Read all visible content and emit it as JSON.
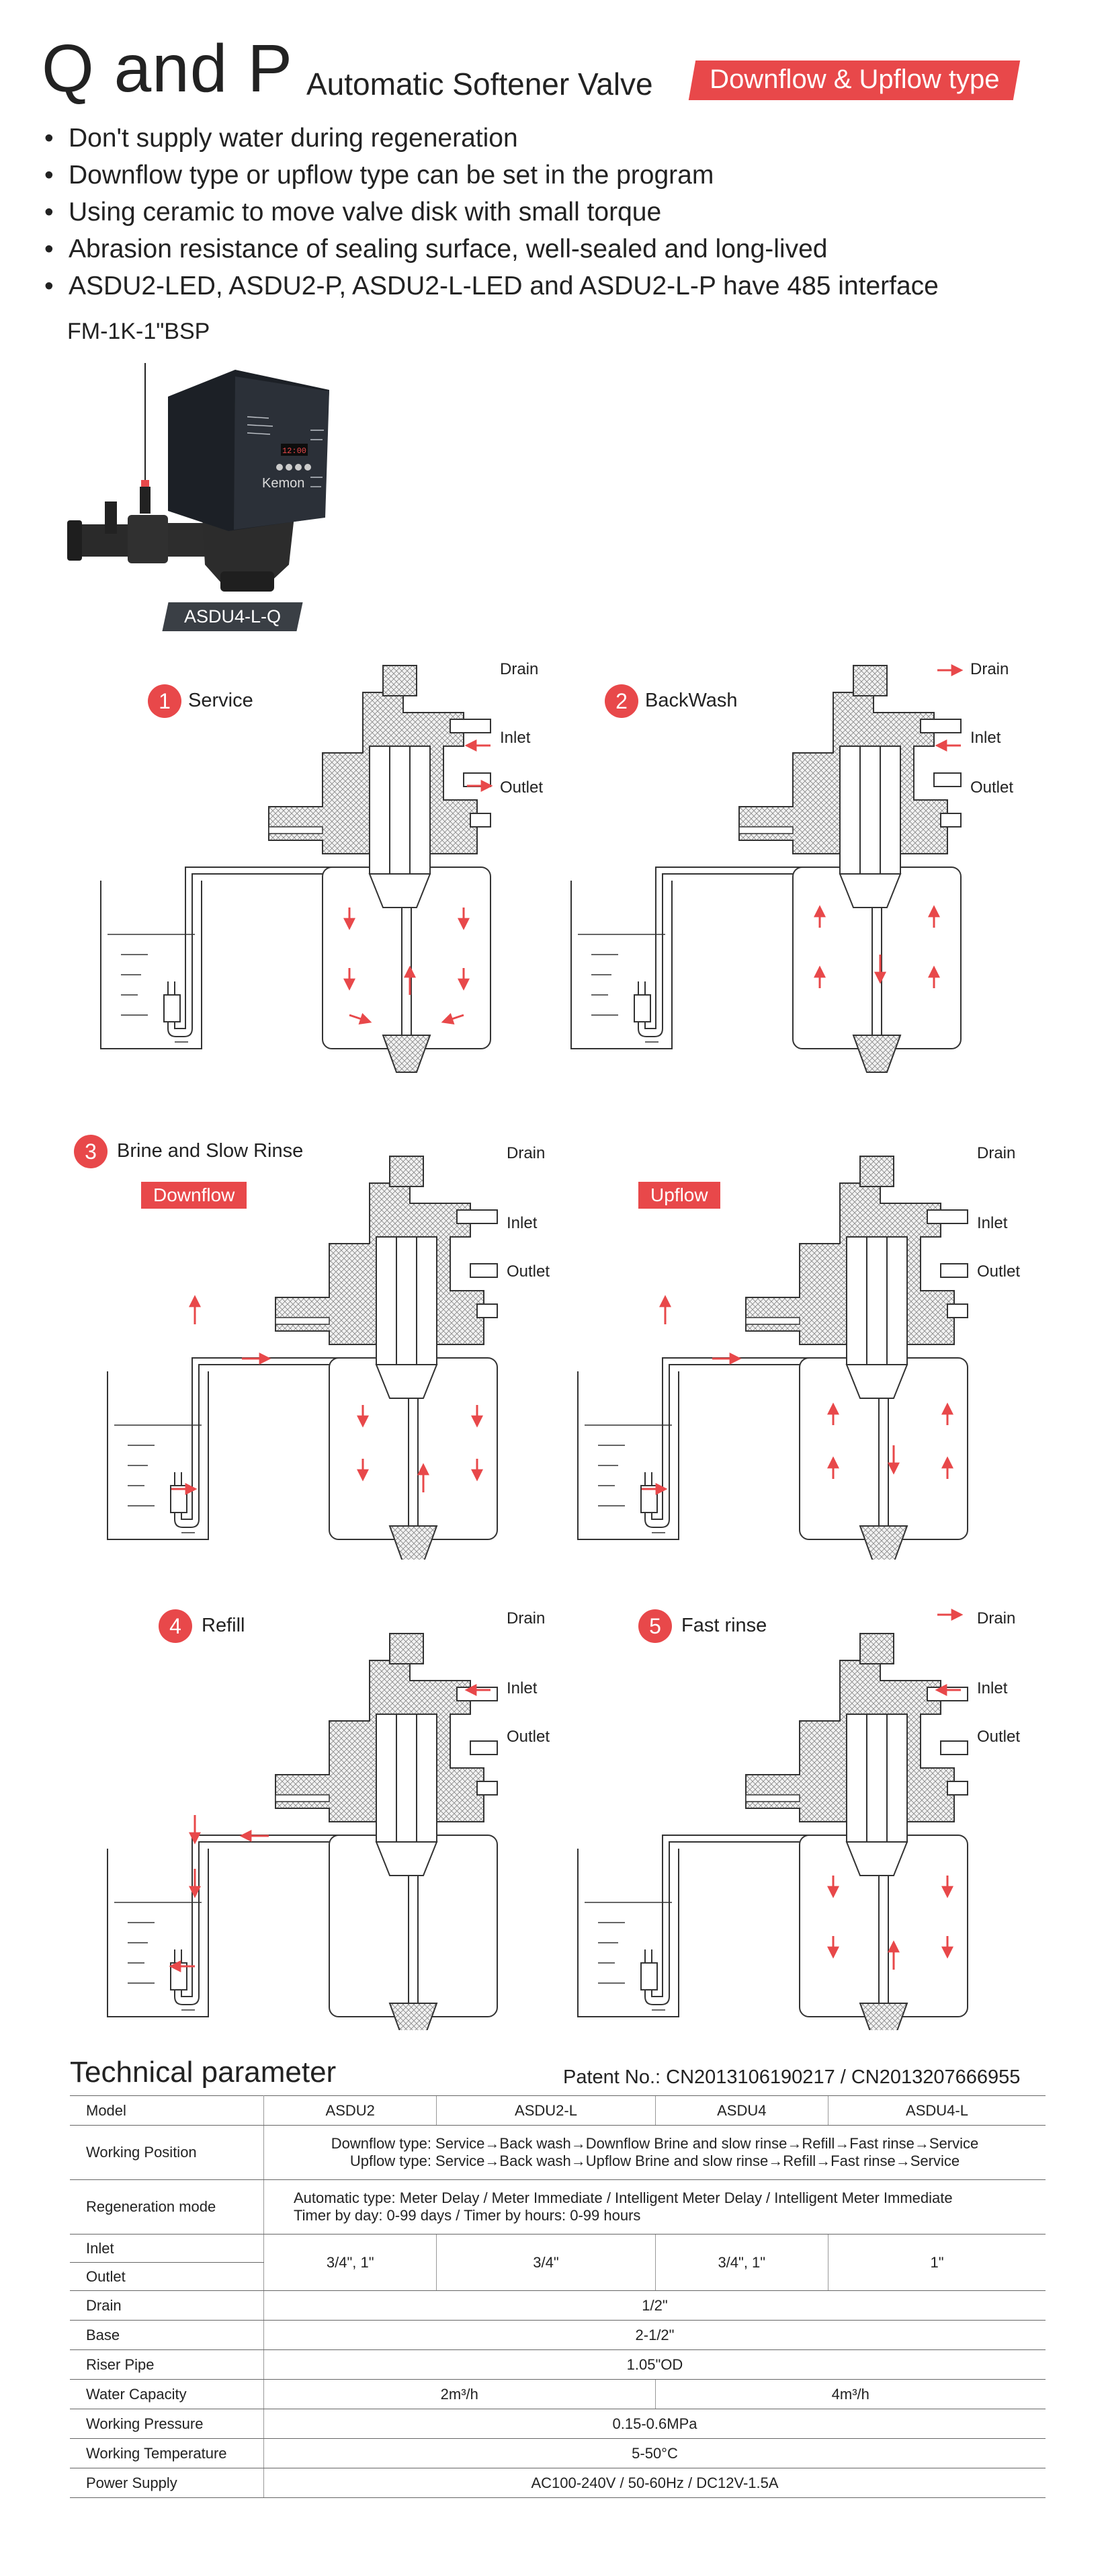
{
  "header": {
    "title_main": "Q and P",
    "title_sub": "Automatic Softener Valve",
    "type_tag": "Downflow & Upflow type"
  },
  "features": [
    "Don't supply water during regeneration",
    "Downflow type or upflow type can be set in the program",
    "Using ceramic to move valve disk with small torque",
    "Abrasion resistance of sealing surface, well-sealed and long-lived",
    "ASDU2-LED, ASDU2-P, ASDU2-L-LED and ASDU2-L-P have 485 interface"
  ],
  "product": {
    "fitting_label": "FM-1K-1\"BSP",
    "model_badge": "ASDU4-L-Q",
    "brand": "Kemon",
    "display": "12:00"
  },
  "ports": {
    "drain": "Drain",
    "inlet": "Inlet",
    "outlet": "Outlet"
  },
  "steps": [
    {
      "num": "1",
      "label": "Service"
    },
    {
      "num": "2",
      "label": "BackWash"
    },
    {
      "num": "3",
      "label": "Brine and Slow Rinse"
    },
    {
      "num": "4",
      "label": "Refill"
    },
    {
      "num": "5",
      "label": "Fast rinse"
    }
  ],
  "modes": {
    "downflow": "Downflow",
    "upflow": "Upflow"
  },
  "tech": {
    "title": "Technical parameter",
    "patent": "Patent No.: CN2013106190217 / CN2013207666955",
    "model_label": "Model",
    "models": [
      "ASDU2",
      "ASDU2-L",
      "ASDU4",
      "ASDU4-L"
    ],
    "working_position_label": "Working Position",
    "working_position": [
      "Downflow type: Service→Back wash→Downflow Brine and slow rinse→Refill→Fast rinse→Service",
      "Upflow type: Service→Back wash→Upflow Brine and slow rinse→Refill→Fast rinse→Service"
    ],
    "regeneration_label": "Regeneration mode",
    "regeneration": [
      "Automatic type: Meter Delay / Meter Immediate / Intelligent Meter Delay / Intelligent Meter Immediate",
      "Timer by day: 0-99 days / Timer by hours: 0-99 hours"
    ],
    "inlet_label": "Inlet",
    "outlet_label": "Outlet",
    "io_values": [
      "3/4\", 1\"",
      "3/4\"",
      "3/4\", 1\"",
      "1\""
    ],
    "drain_label": "Drain",
    "drain": "1/2\"",
    "base_label": "Base",
    "base": "2-1/2\"",
    "riser_label": "Riser Pipe",
    "riser": "1.05\"OD",
    "capacity_label": "Water Capacity",
    "capacity": [
      "2m³/h",
      "4m³/h"
    ],
    "pressure_label": "Working Pressure",
    "pressure": "0.15-0.6MPa",
    "temperature_label": "Working Temperature",
    "temperature": "5-50°C",
    "power_label": "Power Supply",
    "power": "AC100-240V / 50-60Hz / DC12V-1.5A"
  },
  "colors": {
    "accent": "#e8484a",
    "badge": "#3a3f45",
    "valve_body": "#2b3038"
  }
}
